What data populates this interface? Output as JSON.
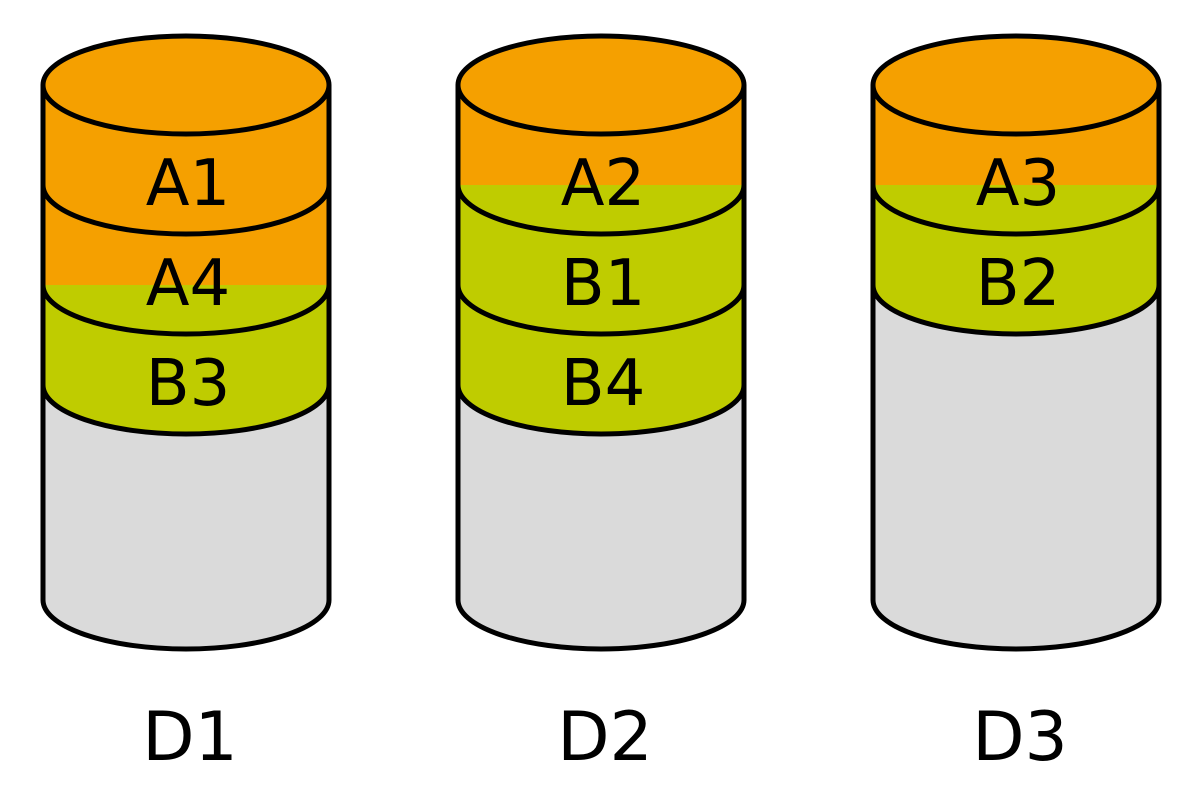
{
  "colors": {
    "orange": "#f5a000",
    "green": "#bfcc00",
    "empty": "#dadada",
    "stroke": "#000000"
  },
  "disks": [
    {
      "label": "D1",
      "blocks": [
        {
          "label": "",
          "kind": "orange"
        },
        {
          "label": "A1",
          "kind": "orange"
        },
        {
          "label": "A4",
          "kind": "orange"
        },
        {
          "label": "B3",
          "kind": "green"
        }
      ]
    },
    {
      "label": "D2",
      "blocks": [
        {
          "label": "",
          "kind": "orange"
        },
        {
          "label": "A2",
          "kind": "orange"
        },
        {
          "label": "B1",
          "kind": "green"
        },
        {
          "label": "B4",
          "kind": "green"
        }
      ]
    },
    {
      "label": "D3",
      "blocks": [
        {
          "label": "",
          "kind": "orange"
        },
        {
          "label": "A3",
          "kind": "orange"
        },
        {
          "label": "B2",
          "kind": "green"
        }
      ]
    }
  ]
}
